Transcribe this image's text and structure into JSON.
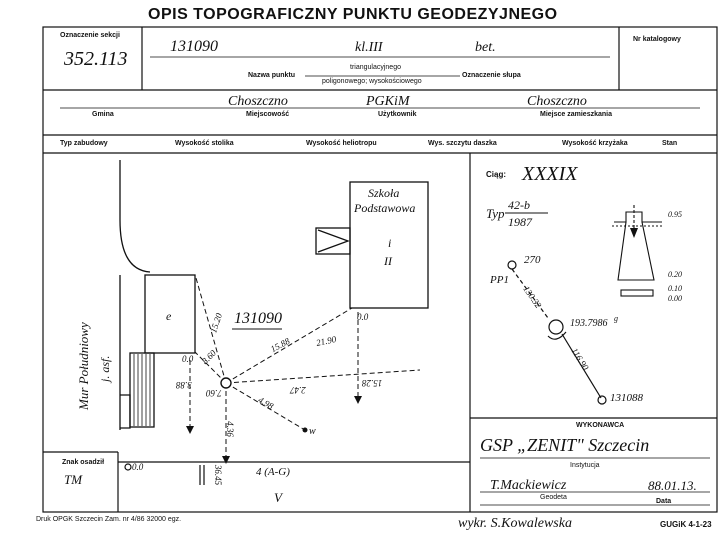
{
  "title": "OPIS TOPOGRAFICZNY PUNKTU GEODEZYJNEGO",
  "header": {
    "section_label": "Oznaczenie sekcji",
    "section_value": "352.113",
    "catalog_label": "Nr katalogowy",
    "point_number": "131090",
    "point_class": "kl.III",
    "post_mark": "bet.",
    "point_name_label": "Nazwa punktu",
    "triang_label": "triangulacyjnego",
    "poligon_label": "poligonowego; wysokościowego",
    "post_label": "Oznaczenie słupa"
  },
  "location": {
    "gmina_label": "Gmina",
    "gmina_value": "Choszczno",
    "miejscowosc_label": "Miejscowość",
    "miejscowosc_value": "Choszczno",
    "user_label": "Użytkownik",
    "user_value": "PGKiM",
    "residence_label": "Miejsce zamieszkania",
    "residence_value": "Choszczno"
  },
  "columns": [
    "Typ zabudowy",
    "Wysokość stolika",
    "Wysokość heliotropu",
    "Wys. szczytu daszka",
    "Wysokość krzyżaka",
    "Stan"
  ],
  "sketch": {
    "school_line1": "Szkoła",
    "school_line2": "Podstawowa",
    "school_i": "i",
    "school_ii": "II",
    "building_e": "e",
    "wall_line1": "Mur Południowy",
    "wall_line2": "j. asf.",
    "point_label": "131090",
    "meas": [
      "15.20",
      "8.60",
      "15.88",
      "21.90",
      "0.0",
      "15.28",
      "0.0",
      "3.88",
      "7.60",
      "2.47",
      "4.98",
      "4.36",
      "36.45",
      "0.0"
    ],
    "w_label": "w",
    "road_label": "4 (A-G)",
    "v_label": "V"
  },
  "right_panel": {
    "ciag_label": "Ciąg:",
    "ciag_value": "XXXIX",
    "typ_label": "Typ",
    "typ_num": "42-b",
    "typ_year": "1987",
    "p270": "270",
    "pp1": "PP1",
    "d1": "130.32",
    "angle": "193.7986",
    "angle_sup": "g",
    "d2": "116.90",
    "p131088": "131088",
    "dims": [
      "0.95",
      "0.20",
      "0.10",
      "0.00"
    ]
  },
  "footer": {
    "znak_label": "Znak osadził",
    "znak_value": "TM",
    "wykonawca_label": "WYKONAWCA",
    "wykonawca_value": "GSP „ZENIT\" Szczecin",
    "instytucja_label": "Instytucja",
    "surveyor": "T.Mackiewicz",
    "date": "88.01.13.",
    "surveyor_label": "Geodeta",
    "date_label": "Data",
    "print_note": "Druk OPGK Szczecin Zam. nr 4/86    32000 egz.",
    "drawn_by": "wykr. S.Kowalewska",
    "form_code": "GUGiK 4-1-23"
  }
}
